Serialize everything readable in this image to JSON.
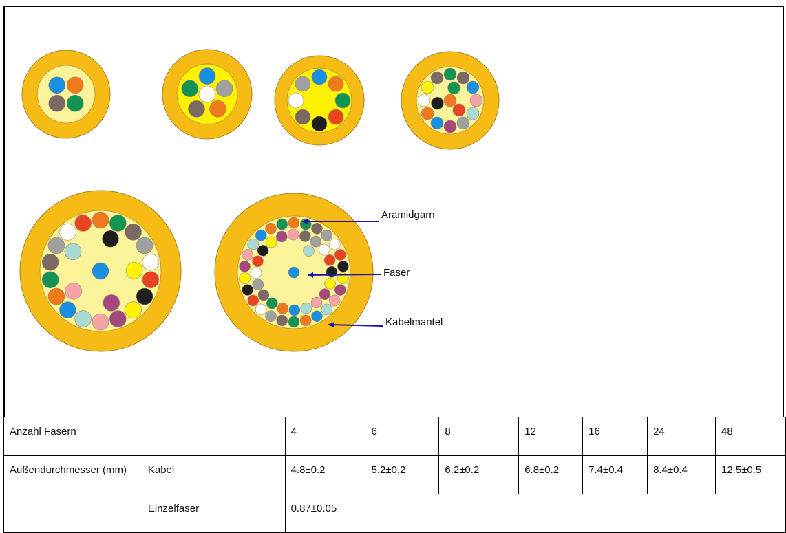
{
  "colors": {
    "jacket": "#f6bb14",
    "aramid_yarn": "#fbf39a",
    "aramid_yarn_bright": "#fef200",
    "arrow": "#1a12b3",
    "fiber_palette": {
      "blue": "#1a8ee0",
      "orange": "#ee7a1c",
      "grey": "#a0a0a0",
      "green": "#149454",
      "brown": "#7a6a63",
      "white": "#ffffff",
      "red": "#e8441f",
      "black": "#1e1e1e",
      "yellow": "#fef200",
      "violet": "#a4497e",
      "pink": "#f4a3a8",
      "turquoise": "#a8d9d2"
    }
  },
  "cables": [
    {
      "fibers": [
        "blue",
        "orange",
        "brown",
        "green"
      ]
    },
    {
      "fibers": [
        "blue",
        "grey",
        "orange",
        "white",
        "brown",
        "green"
      ]
    },
    {
      "fibers": [
        "blue",
        "orange",
        "green",
        "red",
        "black",
        "brown",
        "white",
        "grey"
      ]
    },
    {
      "fibers": [
        "orange",
        "green",
        "brown",
        "blue",
        "pink",
        "turquoise",
        "grey",
        "violet",
        "blue",
        "orange",
        "white",
        "yellow",
        "brown",
        "green",
        "red",
        "black"
      ]
    },
    {
      "fibers": [
        "blue",
        "orange",
        "green",
        "brown",
        "grey",
        "white",
        "red",
        "black",
        "yellow",
        "violet",
        "pink",
        "turquoise",
        "blue",
        "orange",
        "green",
        "brown",
        "grey",
        "white",
        "red",
        "black",
        "yellow",
        "violet",
        "pink",
        "turquoise"
      ]
    },
    {
      "fibers": [
        "blue",
        "orange",
        "green",
        "brown",
        "grey",
        "white",
        "red",
        "black",
        "yellow",
        "violet",
        "pink",
        "turquoise",
        "blue",
        "orange",
        "green",
        "brown",
        "grey",
        "white",
        "red",
        "black",
        "yellow",
        "violet",
        "pink",
        "turquoise",
        "blue",
        "orange",
        "green",
        "brown",
        "grey",
        "white",
        "red",
        "black",
        "yellow",
        "violet",
        "pink",
        "turquoise",
        "blue",
        "orange",
        "green",
        "brown",
        "grey",
        "white",
        "red",
        "black",
        "yellow",
        "violet",
        "pink",
        "turquoise"
      ]
    }
  ],
  "callouts": {
    "aramid": "Aramidgarn",
    "fiber": "Faser",
    "jacket": "Kabelmantel"
  },
  "table": {
    "fiber_count_label": "Anzahl Fasern",
    "fiber_counts": [
      "4",
      "6",
      "8",
      "12",
      "16",
      "24",
      "48"
    ],
    "outer_diameter_label": "Außendurchmesser (mm)",
    "cable_label": "Kabel",
    "cable_diameters": [
      "4.8±0.2",
      "5.2±0.2",
      "6.2±0.2",
      "6.8±0.2",
      "7.4±0.4",
      "8.4±0.4",
      "12.5±0.5"
    ],
    "single_fiber_label": "Einzelfaser",
    "single_fiber_diameter": "0.87±0.05"
  }
}
